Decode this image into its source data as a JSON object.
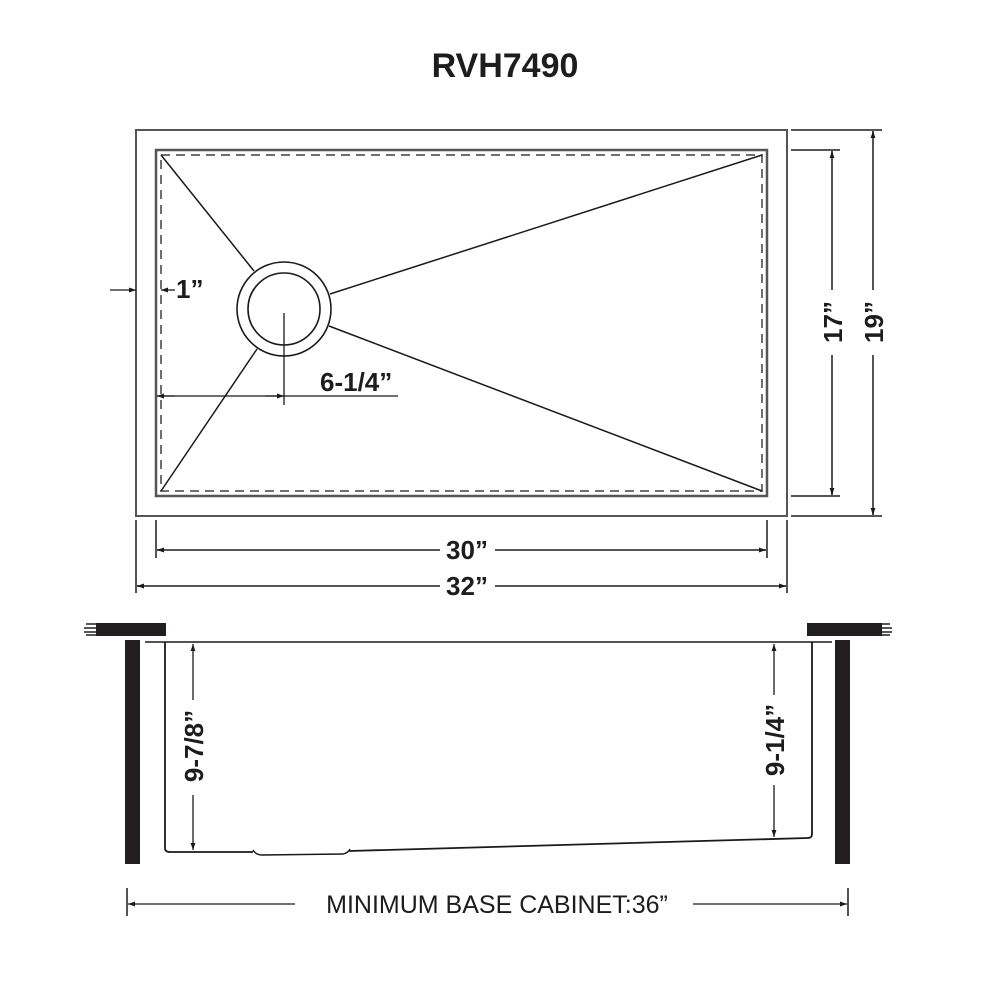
{
  "title": "RVH7490",
  "top_view": {
    "drain_offset_label": "1”",
    "drain_center_label": "6-1/4”",
    "inner_width_label": "30”",
    "outer_width_label": "32”",
    "inner_depth_label": "17”",
    "outer_depth_label": "19”"
  },
  "side_view": {
    "left_depth_label": "9-7/8”",
    "right_depth_label": "9-1/4”",
    "cabinet_label": "MINIMUM BASE CABINET:36”"
  },
  "colors": {
    "line": "#555555",
    "text": "#1e1c1d",
    "cabinet": "#231f20"
  }
}
